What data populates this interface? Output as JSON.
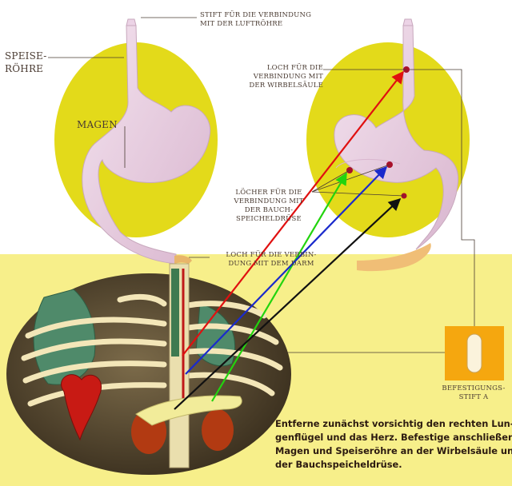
{
  "labels": {
    "pin_trachea": [
      "STIFT FÜR DIE VERBINDUNG",
      "MIT DER LUFTRÖHRE"
    ],
    "esophagus": [
      "SPEISE-",
      "RÖHRE"
    ],
    "stomach": [
      "MAGEN"
    ],
    "hole_spine": [
      "LOCH FÜR DIE",
      "VERBINDUNG MIT",
      "DER WIRBELSÄULE"
    ],
    "holes_pancreas": [
      "LÖCHER FÜR DIE",
      "VERBINDUNG MIT",
      "DER BAUCH-",
      "SPEICHELDRÜSE"
    ],
    "hole_intestine": [
      "LOCH FÜR DIE VERBIN-",
      "DUNG MIT DEM DARM"
    ],
    "pin_a": [
      "BEFESTIGUNGS-",
      "STIFT A"
    ]
  },
  "instruction": [
    "Entferne zunächst vorsichtig den rechten Lun-",
    "genflügel und das Herz. Befestige anschließend",
    "Magen und Speiseröhre an der Wirbelsäule und",
    "der Bauchspeicheldrüse."
  ],
  "colors": {
    "yellow_disc": "#e3da1a",
    "background_lower": "#f7ef8a",
    "organ_pink": "#ecd3e6",
    "hole_red": "#a8102a",
    "arrow_red": "#e01010",
    "arrow_green": "#22d40e",
    "arrow_blue": "#1a2acc",
    "arrow_black": "#111111",
    "pin_orange": "#f5a70f",
    "text": "#4a3b32"
  }
}
